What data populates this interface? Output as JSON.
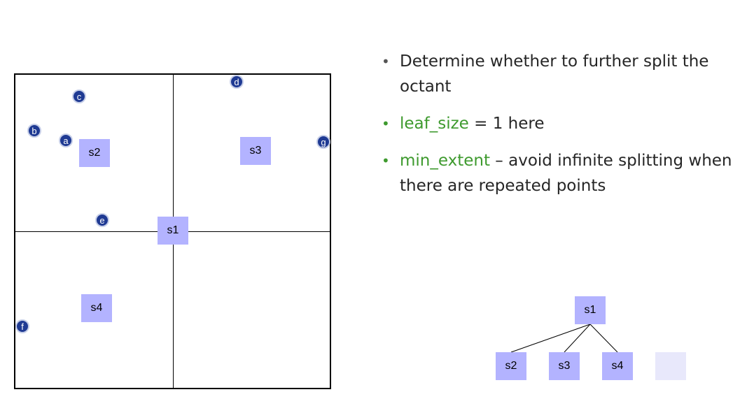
{
  "diagram": {
    "grid_nodes": {
      "s1": "s1",
      "s2": "s2",
      "s3": "s3",
      "s4": "s4"
    },
    "points": {
      "a": "a",
      "b": "b",
      "c": "c",
      "d": "d",
      "e": "e",
      "f": "f",
      "g": "g"
    },
    "tree": {
      "root": "s1",
      "children": [
        "s2",
        "s3",
        "s4"
      ]
    }
  },
  "bullets": [
    {
      "text": "Determine whether to further split the octant"
    },
    {
      "term": "leaf_size",
      "text": " = 1 here"
    },
    {
      "term": "min_extent",
      "text": " – avoid infinite splitting when there are repeated points"
    }
  ],
  "colors": {
    "node_fill": "#b3b3ff",
    "point_fill": "#1f3a93",
    "term_green": "#3e9a2e"
  }
}
